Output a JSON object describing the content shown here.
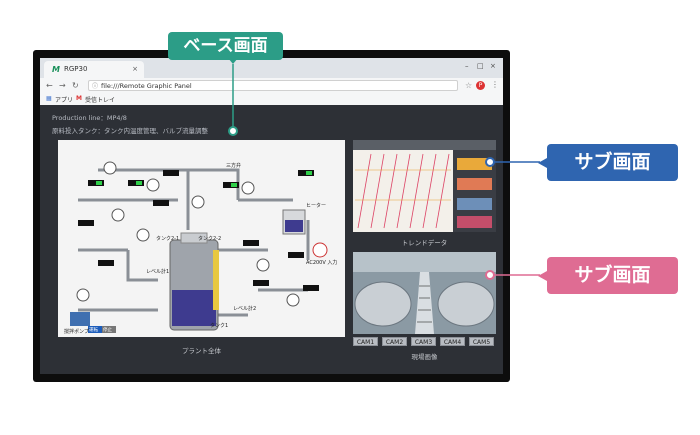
{
  "browser": {
    "tab_title": "RGP30",
    "tab_logo": "M",
    "url": "file:///Remote Graphic Panel",
    "bookmarks": [
      "アプリ",
      "受信トレイ"
    ]
  },
  "panel": {
    "production_line": "Production line：MP4/8",
    "subtitle": "原料投入タンク：タンク内温度管理、バルブ流量調整",
    "plant_caption": "プラント全体",
    "trend_caption": "トレンドデータ",
    "camera_caption": "現場画像",
    "camera_buttons": [
      "CAM1",
      "CAM2",
      "CAM3",
      "CAM4",
      "CAM5"
    ],
    "plant_labels": {
      "tank1": "タンク1",
      "tank21": "タンク2-1",
      "tank22": "タンク2-2",
      "level1": "レベル計1",
      "level2": "レベル計2",
      "pump": "撹拌ポンプ",
      "ac": "AC200V 入力",
      "heater": "ヒーター",
      "run": "運転",
      "stop": "停止",
      "mixer": "三方弁"
    }
  },
  "annotations": {
    "base_screen": "ベース画面",
    "sub_screen_1": "サブ画面",
    "sub_screen_2": "サブ画面"
  },
  "colors": {
    "base_accent": "#2c9d87",
    "sub1_accent": "#2f65b0",
    "sub2_accent": "#df6c93",
    "panel_bg": "#2d3036"
  }
}
